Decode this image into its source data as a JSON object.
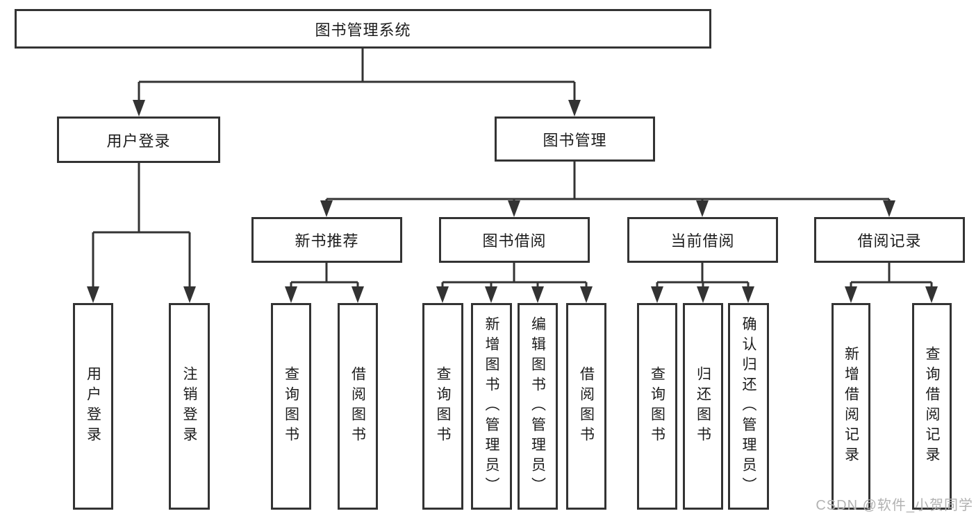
{
  "diagram": {
    "root": {
      "label": "图书管理系统",
      "children": [
        {
          "label": "用户登录",
          "children": [
            {
              "label": "用户登录"
            },
            {
              "label": "注销登录"
            }
          ]
        },
        {
          "label": "图书管理",
          "children": [
            {
              "label": "新书推荐",
              "children": [
                {
                  "label": "查询图书"
                },
                {
                  "label": "借阅图书"
                }
              ]
            },
            {
              "label": "图书借阅",
              "children": [
                {
                  "label": "查询图书"
                },
                {
                  "label": "新增图书（管理员）"
                },
                {
                  "label": "编辑图书（管理员）"
                },
                {
                  "label": "借阅图书"
                }
              ]
            },
            {
              "label": "当前借阅",
              "children": [
                {
                  "label": "查询图书"
                },
                {
                  "label": "归还图书"
                },
                {
                  "label": "确认归还（管理员）"
                }
              ]
            },
            {
              "label": "借阅记录",
              "children": [
                {
                  "label": "新增借阅记录"
                },
                {
                  "label": "查询借阅记录"
                }
              ]
            }
          ]
        }
      ]
    },
    "line_color": "#333333"
  },
  "watermark": {
    "text": "CSDN @软件_小贺同学"
  }
}
